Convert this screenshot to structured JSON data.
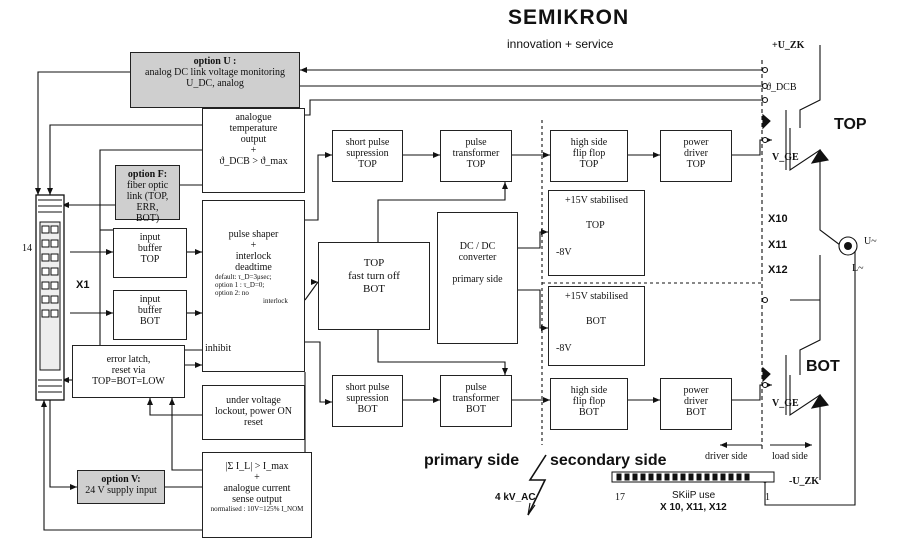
{
  "brand": {
    "name": "SEMIKRON",
    "tagline": "innovation + service"
  },
  "blocks": {
    "option_u": [
      "option U :",
      "analog DC link voltage monitoring",
      "U_DC, analog"
    ],
    "temp": [
      "analogue",
      "temperature",
      "output",
      "+",
      "ϑ_DCB > ϑ_max"
    ],
    "option_f": [
      "option F:",
      "fiber optic",
      "link (TOP, ERR,",
      "BOT)"
    ],
    "in_top": [
      "input",
      "buffer",
      "TOP"
    ],
    "in_bot": [
      "input",
      "buffer",
      "BOT"
    ],
    "pulse_shaper": [
      "pulse shaper",
      "+",
      "interlock",
      "deadtime"
    ],
    "pulse_shaper_small": [
      "default: τ_D=3μsec;",
      "option 1 : τ_D=0;",
      "option 2: no",
      "interlock"
    ],
    "pulse_shaper_inhibit": "inhibit",
    "error_latch": [
      "error latch,",
      "reset via",
      "TOP=BOT=LOW"
    ],
    "uv": [
      "under voltage",
      "lockout, power ON",
      "reset"
    ],
    "current": [
      "|Σ I_L| > I_max",
      "+",
      "analogue current",
      "sense output"
    ],
    "current_small": "normalised : 10V=125% I_NOM",
    "option_v": [
      "option V:",
      "24 V supply input"
    ],
    "sp_top": [
      "short pulse",
      "supression",
      "TOP"
    ],
    "sp_bot": [
      "short pulse",
      "supression",
      "BOT"
    ],
    "tft": [
      "TOP",
      "fast turn off",
      "BOT"
    ],
    "pt_top": [
      "pulse",
      "transformer",
      "TOP"
    ],
    "pt_bot": [
      "pulse",
      "transformer",
      "BOT"
    ],
    "dcdc": [
      "DC / DC",
      "converter",
      "",
      "primary side"
    ],
    "hs_top": [
      "high side",
      "flip flop",
      "TOP"
    ],
    "hs_bot": [
      "high side",
      "flip flop",
      "BOT"
    ],
    "pd_top": [
      "power",
      "driver",
      "TOP"
    ],
    "pd_bot": [
      "power",
      "driver",
      "BOT"
    ],
    "stab_top": {
      "title": "+15V stabilised",
      "name": "TOP",
      "neg": "-8V"
    },
    "stab_bot": {
      "title": "+15V stabilised",
      "name": "BOT",
      "neg": "-8V"
    }
  },
  "labels": {
    "pin14": "14",
    "x1": "X1",
    "x10": "X10",
    "x11": "X11",
    "x12": "X12",
    "top": "TOP",
    "bot": "BOT",
    "uzk_plus": "+U_ZK",
    "uzk_minus": "-U_ZK",
    "theta_dcb": "ϑ_DCB",
    "vge_top": "V_GE",
    "vge_bot": "V_GE",
    "u_out": "U~",
    "l_out": "L~",
    "primary_side": "primary side",
    "secondary_side": "secondary side",
    "kv": "4 kV_AC",
    "driver_side": "driver side",
    "load_side": "load side",
    "skiip": [
      "SKiiP use",
      "X 10, X11, X12"
    ],
    "pin17": "17",
    "pin1": "1"
  }
}
